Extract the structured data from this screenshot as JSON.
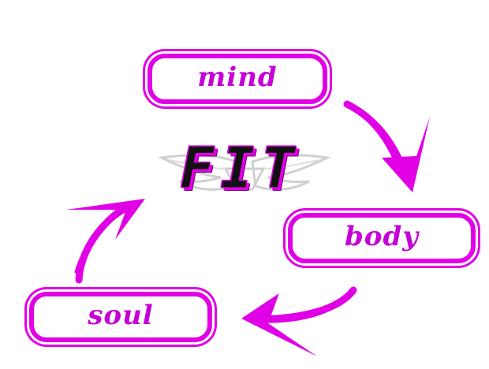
{
  "diagram": {
    "center_title": "FIT",
    "nodes": {
      "mind": "mind",
      "body": "body",
      "soul": "soul"
    }
  },
  "colors": {
    "accent": "#e100e6",
    "label": "#c400d6",
    "title_fill": "#111111",
    "emblem": "#c8c8c8"
  },
  "icons": {
    "emblem": "winged-emblem-icon",
    "arrows": "curved-arrow-icon"
  }
}
